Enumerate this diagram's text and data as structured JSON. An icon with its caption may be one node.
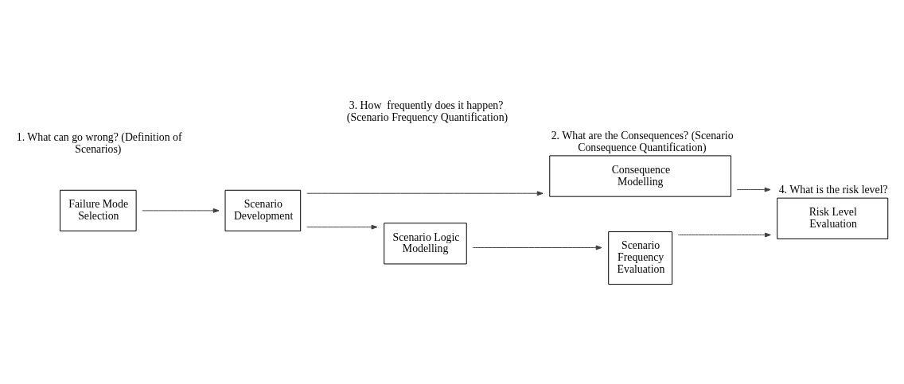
{
  "diagram": {
    "nodes": [
      {
        "text": [
          "Failure Mode Selection"
        ]
      },
      {
        "text": [
          "Scenario Development"
        ]
      },
      {
        "text": [
          "Consequence Modelling"
        ],
        "beside": [
          "2. What are the Consequences? (Scenario Consequence Quantification)"
        ]
      },
      {
        "text": [
          "Scenario Logic Modelling"
        ]
      },
      {
        "text": [
          "Scenario Frequency Evaluation"
        ]
      },
      {
        "text": [
          "Risk Level Evaluation"
        ],
        "beside": [
          "4. What is the risk level?"
        ]
      }
    ],
    "edges": [
      {
        "from": 0,
        "to": 1,
        "arrow": "to"
      },
      {
        "from": 1,
        "to": 2,
        "arrow": "to"
      },
      {
        "from": 1,
        "to": 3,
        "arrow": "to"
      },
      {
        "from": 2,
        "to": 5,
        "arrow": "to"
      },
      {
        "from": 3,
        "to": 4,
        "arrow": "to"
      },
      {
        "from": 4,
        "to": 5,
        "arrow": "to"
      }
    ],
    "labels": [
      "1. What can go wrong? (Definition of Scenarios)",
      "3. How  frequently does it happen? (Scenario Frequency Quantification)"
    ]
  }
}
